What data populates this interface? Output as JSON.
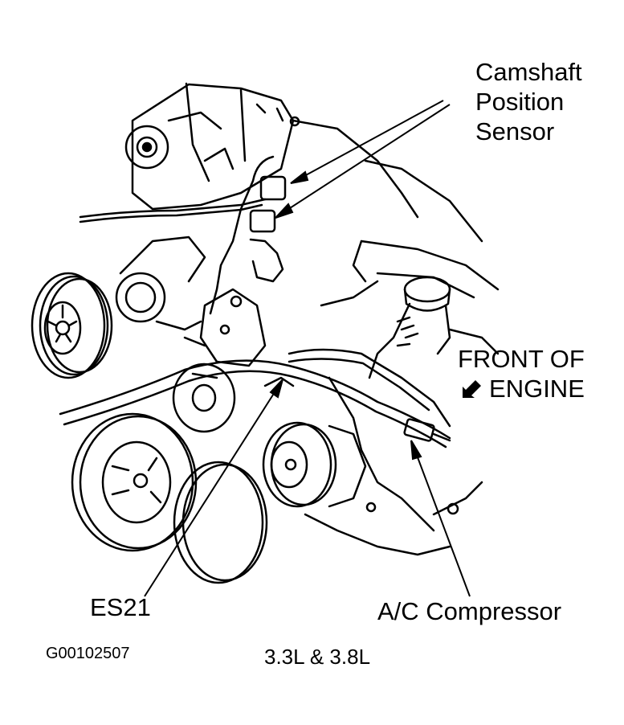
{
  "labels": {
    "camshaft_line1": "Camshaft",
    "camshaft_line2": "Position",
    "camshaft_line3": "Sensor",
    "front_line1": "FRONT OF",
    "front_line2": "ENGINE",
    "es21": "ES21",
    "ac_compressor": "A/C Compressor",
    "figure_code": "G00102507",
    "engine_variant": "3.3L & 3.8L"
  },
  "colors": {
    "ink": "#000000",
    "paper": "#ffffff"
  },
  "icons": {
    "front_direction": "diagonal-arrow-down-left-icon"
  }
}
